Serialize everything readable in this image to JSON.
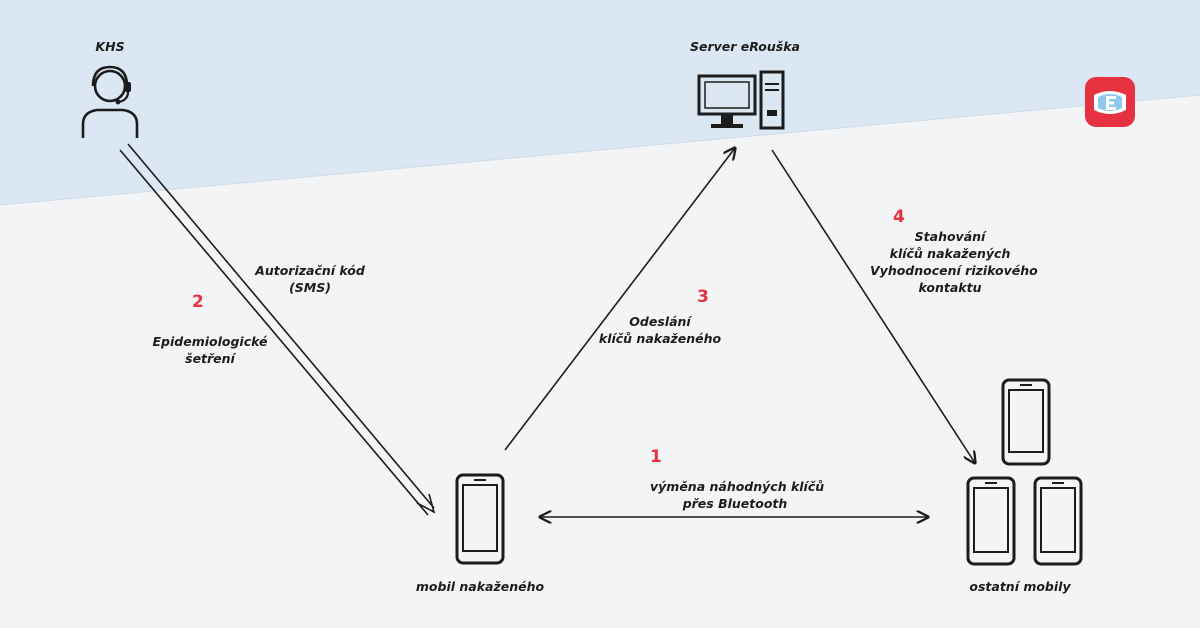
{
  "nodes": {
    "khs": "KHS",
    "server": "Server eRouška",
    "infected_phone": "mobil nakaženého",
    "other_phones": "ostatní mobily"
  },
  "steps": [
    {
      "number": "1",
      "lines": [
        "výměna náhodných klíčů",
        "přes Bluetooth"
      ]
    },
    {
      "number": "2",
      "lines": [
        "Epidemiologické",
        "šetření"
      ]
    },
    {
      "number": "3",
      "lines": [
        "Odeslání",
        "klíčů nakaženého"
      ]
    },
    {
      "number": "4",
      "lines": [
        "Stahování",
        "klíčů nakažených",
        "Vyhodnocení rizikového",
        "kontaktu"
      ]
    }
  ],
  "sms_label": [
    "Autorizační kód",
    "(SMS)"
  ],
  "colors": {
    "accent": "#e53140",
    "line": "#1c1c1c",
    "band": "#dbe8f4"
  },
  "icons": {
    "khs": "operator-headset-icon",
    "server": "desktop-computer-icon",
    "phone": "smartphone-icon",
    "app_logo": "erouska-logo"
  }
}
